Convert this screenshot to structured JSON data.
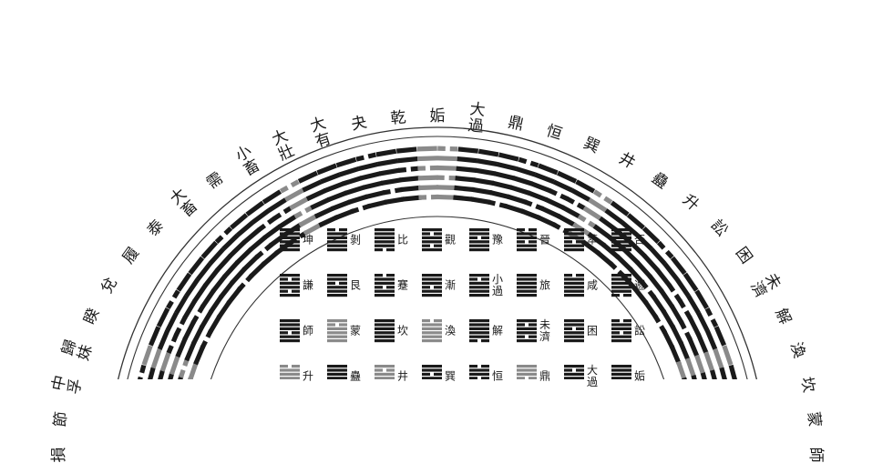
{
  "diagram": {
    "rim_labels": [
      [
        "損"
      ],
      [
        "節"
      ],
      [
        "中",
        "孚"
      ],
      [
        "歸",
        "妹"
      ],
      [
        "睽"
      ],
      [
        "兌"
      ],
      [
        "履"
      ],
      [
        "泰"
      ],
      [
        "大",
        "畜"
      ],
      [
        "需"
      ],
      [
        "小",
        "畜"
      ],
      [
        "大",
        "壯"
      ],
      [
        "大",
        "有"
      ],
      [
        "夬"
      ],
      [
        "乾"
      ],
      [
        "姤"
      ],
      [
        "大",
        "過"
      ],
      [
        "鼎"
      ],
      [
        "恒"
      ],
      [
        "巽"
      ],
      [
        "井"
      ],
      [
        "蠱"
      ],
      [
        "升"
      ],
      [
        "訟"
      ],
      [
        "困"
      ],
      [
        "未",
        "濟"
      ],
      [
        "解"
      ],
      [
        "渙"
      ],
      [
        "坎"
      ],
      [
        "蒙"
      ],
      [
        "師"
      ]
    ],
    "ring_trigram_rows": [
      [
        1,
        1,
        1,
        1,
        1,
        1
      ],
      [
        1,
        1,
        1,
        1,
        1,
        1
      ],
      [
        0,
        1,
        1,
        1,
        1,
        1
      ],
      [
        1,
        1,
        1,
        1,
        1,
        0
      ],
      [
        1,
        0,
        1,
        1,
        1,
        1
      ],
      [
        1,
        1,
        1,
        0,
        1,
        1
      ],
      [
        0,
        1,
        1,
        0,
        1,
        1
      ],
      [
        1,
        1,
        0,
        1,
        1,
        0
      ]
    ],
    "highlight_positions": [
      0.5,
      0.08,
      0.92,
      0.34,
      0.68
    ],
    "grid_rows": [
      [
        "坤",
        "剝",
        "比",
        "觀",
        "豫",
        "晉",
        "萃",
        "否"
      ],
      [
        "謙",
        "艮",
        "蹇",
        "漸",
        "小過",
        "旅",
        "咸",
        "遯"
      ],
      [
        "師",
        "蒙",
        "坎",
        "渙",
        "解",
        "未濟",
        "困",
        "訟"
      ],
      [
        "升",
        "蠱",
        "井",
        "巽",
        "恒",
        "鼎",
        "大過",
        "姤"
      ]
    ],
    "grid_highlight": [
      [
        3,
        0
      ],
      [
        2,
        1
      ],
      [
        2,
        3
      ],
      [
        3,
        2
      ],
      [
        3,
        5
      ]
    ]
  }
}
